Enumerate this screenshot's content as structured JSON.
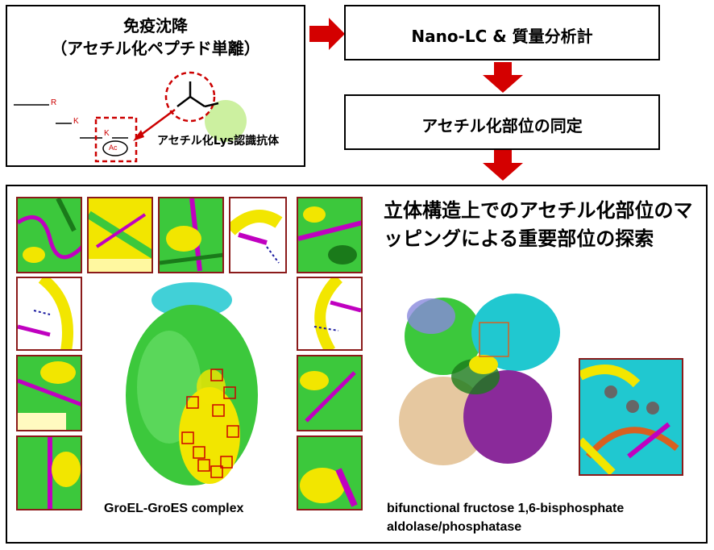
{
  "top_left": {
    "title_line1": "免疫沈降",
    "title_line2": "（アセチル化ペプチド単離）",
    "residue_r": "R",
    "residue_k1": "K",
    "residue_k2": "K",
    "ac_label": "Ac",
    "antibody_label": "アセチル化Lys認識抗体"
  },
  "steps": {
    "step1": "Nano-LC & 質量分析計",
    "step2": "アセチル化部位の同定"
  },
  "bottom_panel": {
    "heading": "立体構造上でのアセチル化部位のマッピングによる重要部位の探索",
    "caption_groel": "GroEL-GroES complex",
    "caption_aldolase_line1": "bifunctional fructose 1,6-bisphosphate",
    "caption_aldolase_line2": "aldolase/phosphatase"
  },
  "colors": {
    "arrow_red": "#d40000",
    "dashed_red": "#cc0000",
    "frame_red": "#8b1a1a",
    "antibody_green": "#ccf0a0",
    "protein_green": "#3cc83c",
    "protein_yellow": "#f2e600",
    "protein_magenta": "#c000c0",
    "protein_cyan": "#20c8d0"
  }
}
